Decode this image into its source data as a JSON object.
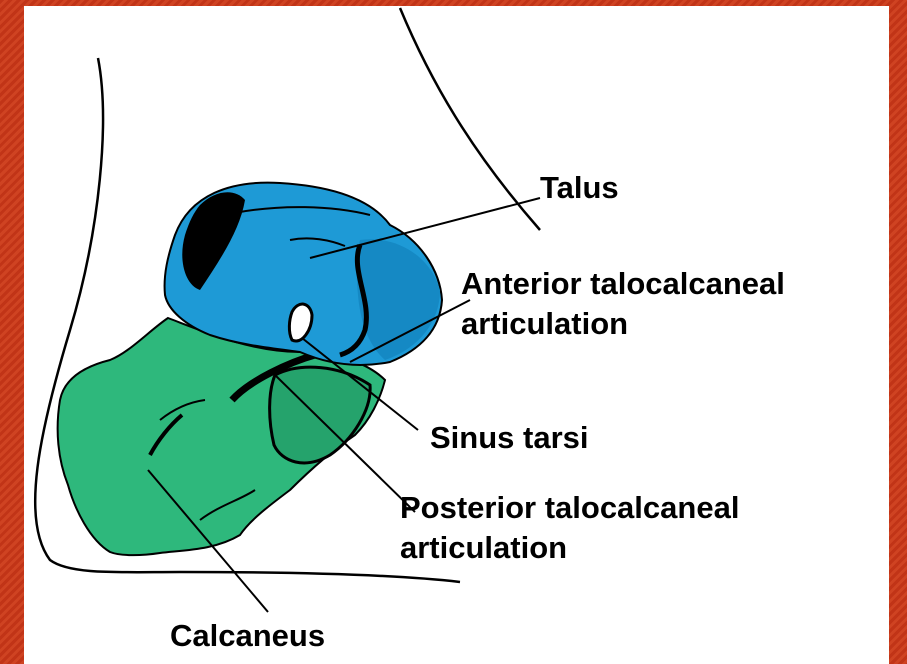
{
  "diagram": {
    "colors": {
      "talus": "#1e9ad6",
      "talus_shade": "#1589c4",
      "calcaneus": "#2eb87c",
      "calcaneus_shade": "#25a36c",
      "outline": "#000000",
      "frame": "#c8391a"
    },
    "labels": {
      "talus": "Talus",
      "anterior_line1": "Anterior talocalcaneal",
      "anterior_line2": "articulation",
      "sinus_tarsi": "Sinus tarsi",
      "posterior_line1": "Posterior talocalcaneal",
      "posterior_line2": "articulation",
      "calcaneus": "Calcaneus"
    }
  }
}
